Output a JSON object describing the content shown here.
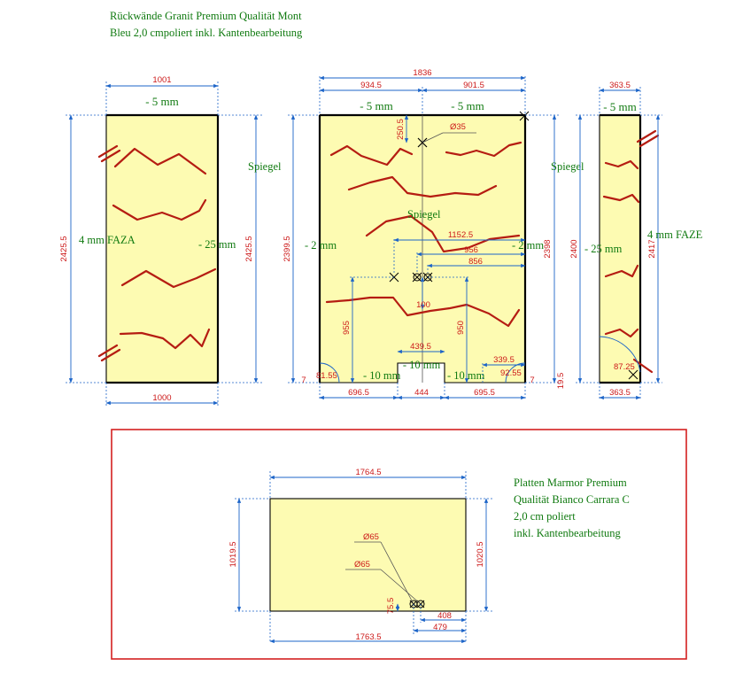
{
  "title_top": {
    "line1": "Rückwände Granit Premium Qualität Mont",
    "line2": "Bleu 2,0 cmpoliert inkl. Kantenbearbeitung"
  },
  "panel_left": {
    "dim_top": "1001",
    "edge_top": "- 5 mm",
    "dim_left": "2425.5",
    "dim_right": "2425.5",
    "edge_left": "4 mm FAZA",
    "edge_right": "- 25 mm",
    "label_side": "Spiegel",
    "dim_bottom": "1000"
  },
  "panel_mid": {
    "dim_total": "1836",
    "dim_left_top": "934.5",
    "dim_right_top": "901.5",
    "edge_top_left": "- 5 mm",
    "edge_top_right": "- 5 mm",
    "dim_hole_top": "250.5",
    "hole_top": "Ø35",
    "label_center": "Spiegel",
    "dim_left": "2399.5",
    "edge_left": "- 2 mm",
    "edge_right": "- 2 mm",
    "dim_right": "2398",
    "label_side": "Spiegel",
    "dim_1152": "1152.5",
    "dim_956": "956",
    "dim_856": "856",
    "dim_100": "100",
    "dim_955": "955",
    "dim_950": "950",
    "dim_cutout_width": "439.5",
    "edge_cutout": "- 10 mm",
    "edge_bottom_left": "- 10 mm",
    "edge_bottom_right": "- 10 mm",
    "dim_339": "339.5",
    "dim_radius_left": "81.55",
    "dim_radius_right": "92.55",
    "dim_bottom_left": "696.5",
    "dim_bottom_mid": "444",
    "dim_bottom_right": "695.5",
    "dim_small_left": "7",
    "dim_small_right": "7",
    "dim_side_right": "19.5"
  },
  "panel_right": {
    "dim_top": "363.5",
    "edge_top": "- 5 mm",
    "dim_left": "2400",
    "edge_left": "- 25 mm",
    "dim_right": "2417",
    "edge_right": "4 mm FAZE",
    "dim_radius": "87.25",
    "dim_bottom": "363.5"
  },
  "lower_section": {
    "text_line1": "Platten Marmor Premium",
    "text_line2": "Qualität Bianco Carrara C",
    "text_line3": "2,0 cm poliert",
    "text_line4": "inkl. Kantenbearbeitung",
    "dim_top": "1764.5",
    "dim_left": "1019.5",
    "dim_right": "1020.5",
    "hole_1": "Ø65",
    "hole_2": "Ø65",
    "dim_small": "75.5",
    "dim_408": "408",
    "dim_479": "479",
    "dim_bottom": "1763.5"
  },
  "colors": {
    "panel_fill": "#fdfbb2",
    "dim_text": "#cc1a1a",
    "dim_line": "#1c64c8",
    "label_text": "#107a10",
    "vein": "#b51c12",
    "frame": "#d42020"
  }
}
